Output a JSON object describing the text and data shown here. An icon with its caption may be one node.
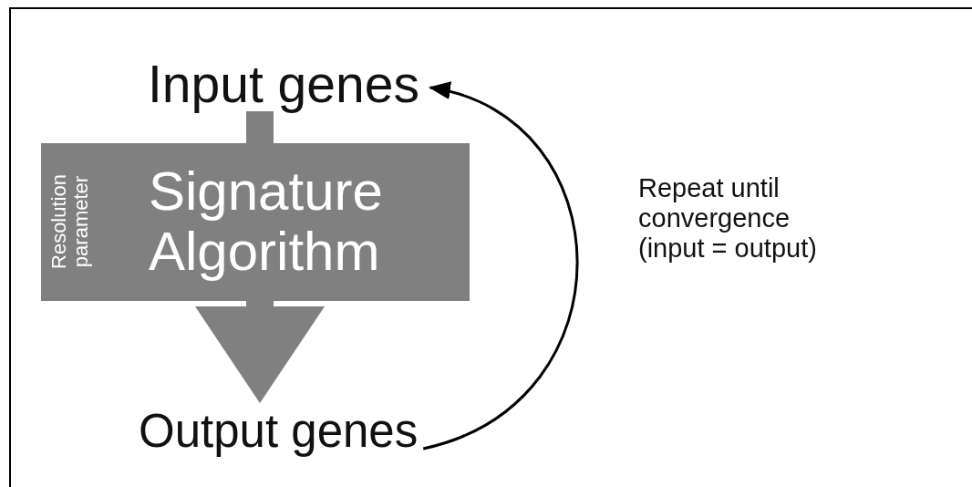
{
  "diagram": {
    "nodes": [
      {
        "text": [
          "Input genes"
        ]
      },
      {
        "text": [
          "Resolution parameter",
          "Signature Algorithm"
        ]
      },
      {
        "text": [
          "Output genes"
        ]
      }
    ],
    "edges": [
      {
        "from": 0,
        "to": 1,
        "arrow": "none"
      },
      {
        "from": 1,
        "to": 2,
        "arrow": "to"
      },
      {
        "from": 2,
        "to": 0,
        "arrow": "to",
        "color": "#000000",
        "label": "Repeat until convergence (input = output)"
      }
    ]
  }
}
